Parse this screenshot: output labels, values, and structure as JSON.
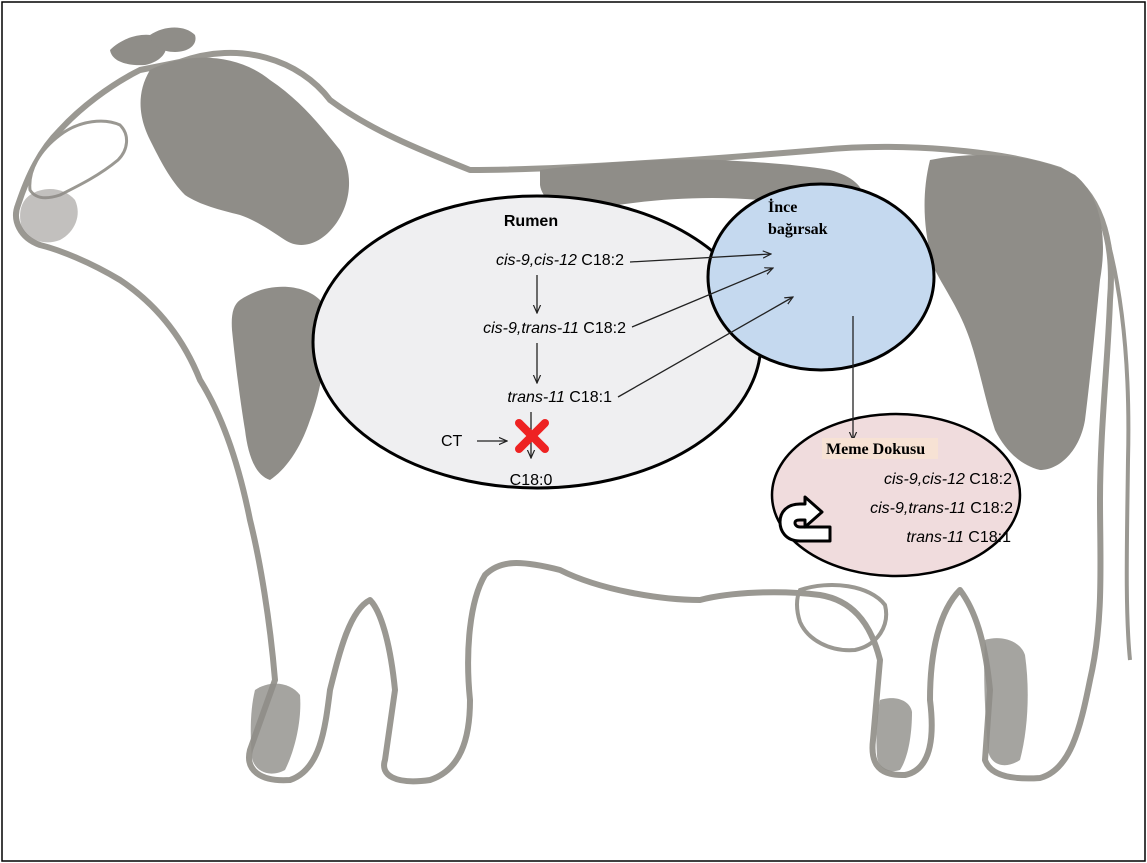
{
  "rumen": {
    "title": "Rumen",
    "rows": [
      {
        "italic": "cis-9,cis-12",
        "plain": " C18:2"
      },
      {
        "italic": "cis-9,trans-11",
        "plain": " C18:2"
      },
      {
        "italic": "trans-11",
        "plain": " C18:1"
      }
    ],
    "ct_label": "CT",
    "end_product": "C18:0"
  },
  "small_intestine": {
    "line1": "İnce",
    "line2": "bağırsak"
  },
  "mammary": {
    "title": "Meme Dokusu",
    "rows": [
      {
        "italic": "cis-9,cis-12",
        "plain": " C18:2"
      },
      {
        "italic": "cis-9,trans-11",
        "plain": " C18:2"
      },
      {
        "italic": "trans-11",
        "plain": " C18:1"
      }
    ]
  },
  "colors": {
    "cow_patch": "#8f8d88",
    "cow_outline": "#9a9892",
    "rumen_fill": "#efeff1",
    "intestine_fill": "#c5d9ef",
    "mammary_fill": "#f0dcdd",
    "block_mark": "#ee2222"
  }
}
